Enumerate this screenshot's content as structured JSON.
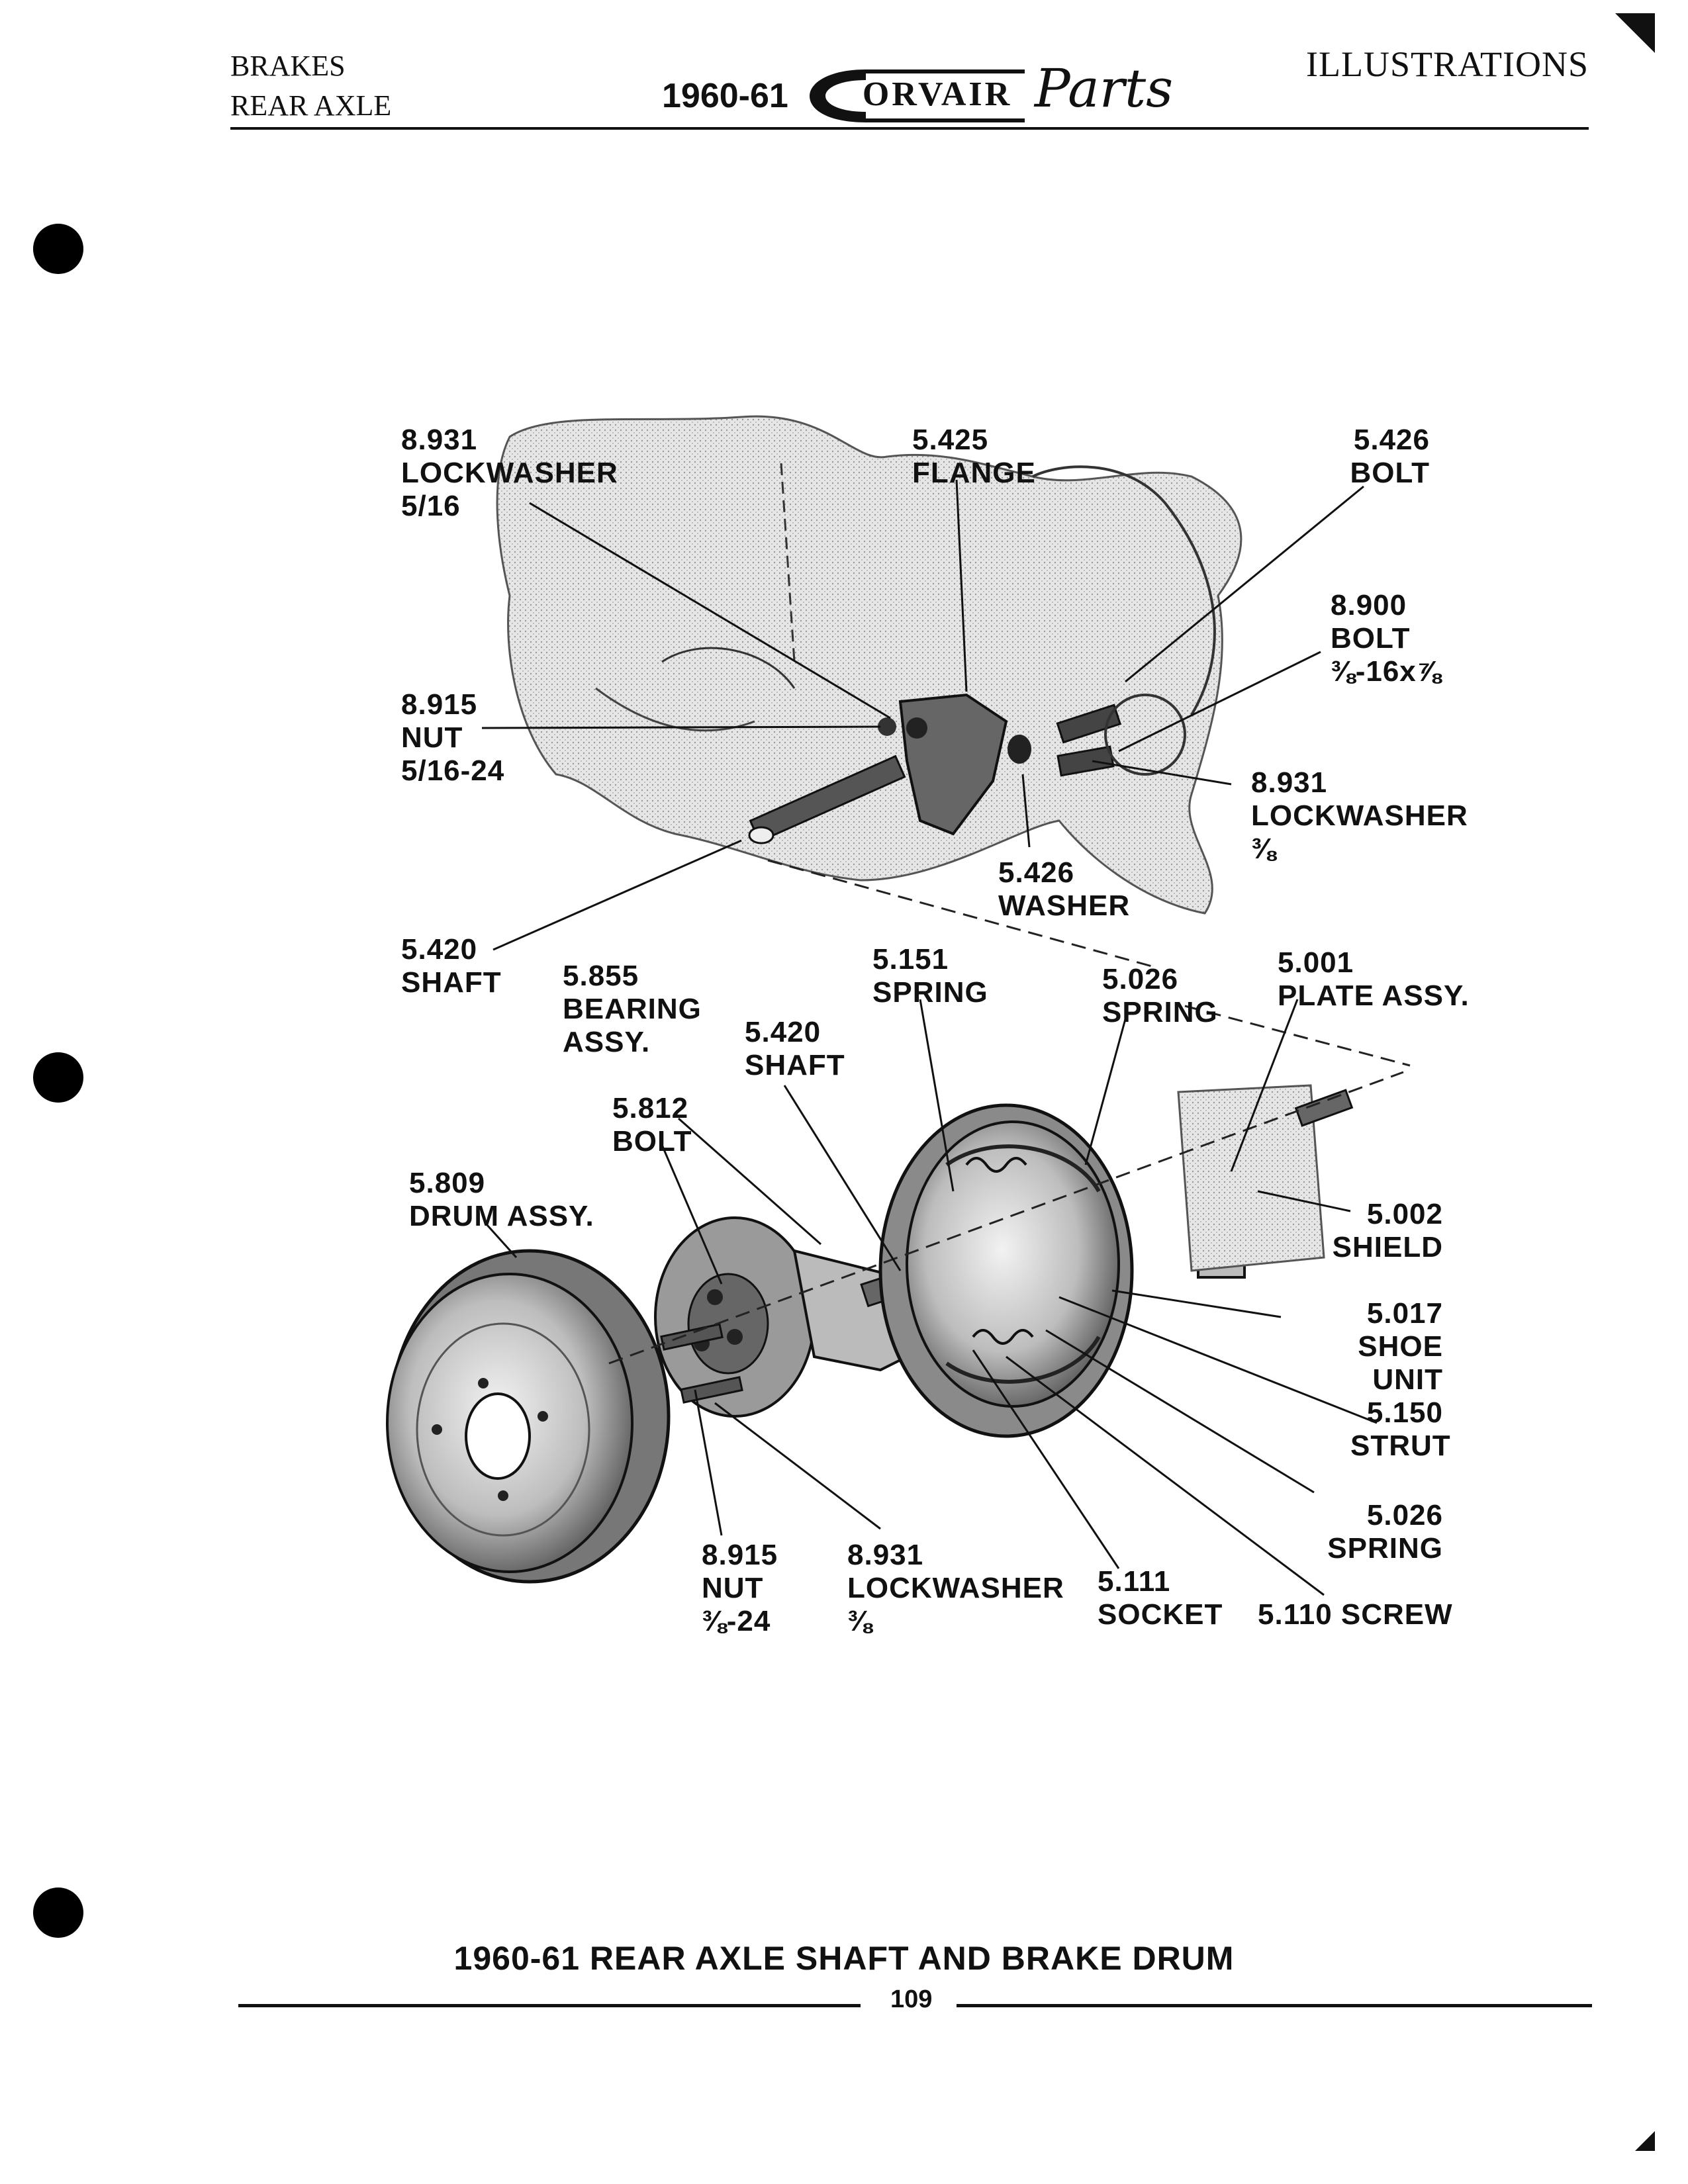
{
  "header": {
    "section_line1": "BRAKES",
    "section_line2": "REAR AXLE",
    "years": "1960-61",
    "brand": "ORVAIR",
    "brand_script": "Parts",
    "right_title": "ILLUSTRATIONS"
  },
  "callouts": [
    {
      "id": "lockwasher-8931-upper",
      "text": "8.931\nLOCKWASHER\n5/16"
    },
    {
      "id": "flange-5425",
      "text": "5.425\nFLANGE"
    },
    {
      "id": "bolt-5426",
      "text": "5.426\nBOLT"
    },
    {
      "id": "bolt-8900",
      "text": "8.900\nBOLT\n⅜-16x⅞"
    },
    {
      "id": "nut-8915-upper",
      "text": "8.915\nNUT\n5/16-24"
    },
    {
      "id": "lockwasher-8931-right",
      "text": "8.931\nLOCKWASHER\n⅜"
    },
    {
      "id": "washer-5426",
      "text": "5.426\nWASHER"
    },
    {
      "id": "shaft-5420-upper",
      "text": "5.420\nSHAFT"
    },
    {
      "id": "bearing-5855",
      "text": "5.855\nBEARING\nASSY."
    },
    {
      "id": "spring-5151",
      "text": "5.151\nSPRING"
    },
    {
      "id": "spring-5026-upper",
      "text": "5.026\nSPRING"
    },
    {
      "id": "plate-5001",
      "text": "5.001\nPLATE ASSY."
    },
    {
      "id": "shaft-5420-lower",
      "text": "5.420\nSHAFT"
    },
    {
      "id": "bolt-5812",
      "text": "5.812\nBOLT"
    },
    {
      "id": "drum-5809",
      "text": "5.809\nDRUM ASSY."
    },
    {
      "id": "shield-5002",
      "text": "5.002\nSHIELD"
    },
    {
      "id": "shoe-5017",
      "text": "5.017\nSHOE UNIT"
    },
    {
      "id": "strut-5150",
      "text": "5.150\nSTRUT"
    },
    {
      "id": "spring-5026-lower",
      "text": "5.026\nSPRING"
    },
    {
      "id": "nut-8915-lower",
      "text": "8.915\nNUT\n⅜-24"
    },
    {
      "id": "lockwasher-8931-lower",
      "text": "8.931\nLOCKWASHER\n⅜"
    },
    {
      "id": "socket-5111",
      "text": "5.111\nSOCKET"
    },
    {
      "id": "screw-5110",
      "text": "5.110 SCREW"
    }
  ],
  "caption": "1960-61 REAR AXLE SHAFT AND BRAKE DRUM",
  "page_number": "109"
}
